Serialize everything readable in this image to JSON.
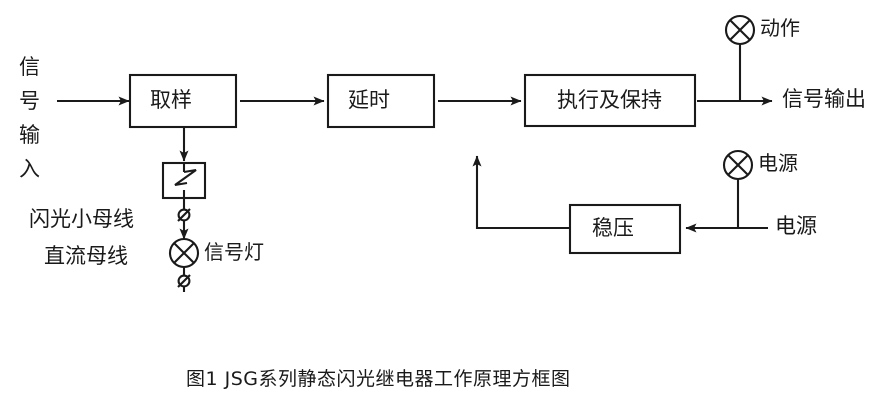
{
  "figure": {
    "caption": "图1  JSG系列静态闪光继电器工作原理方框图",
    "type": "block-diagram"
  },
  "input": {
    "stacked_label_chars": [
      "信",
      "号",
      "输",
      "入"
    ],
    "full_text": "信号输入"
  },
  "blocks": [
    {
      "id": "sampling",
      "label": "取样"
    },
    {
      "id": "delay",
      "label": "延时"
    },
    {
      "id": "execute",
      "label": "执行及保持"
    },
    {
      "id": "regulator",
      "label": "稳压"
    }
  ],
  "bus_labels": {
    "flash_bus": "闪光小母线",
    "dc_bus": "直流母线"
  },
  "lamps": [
    {
      "id": "signal-lamp",
      "label": "信号灯",
      "symbol": "crossed-circle"
    },
    {
      "id": "action-lamp",
      "label": "动作",
      "symbol": "crossed-circle"
    },
    {
      "id": "power-lamp",
      "label": "电源",
      "symbol": "crossed-circle"
    }
  ],
  "terminals": {
    "symbol": "slashed-circle",
    "count": 2
  },
  "outputs": {
    "signal_output": "信号输出"
  },
  "inputs": {
    "power_source": "电源"
  },
  "contact_box": {
    "id": "relay-contact",
    "symbol": "normally-open-contact"
  },
  "colors": {
    "line": "#1a1a1a",
    "text": "#1a1a1a",
    "background": "#ffffff"
  }
}
